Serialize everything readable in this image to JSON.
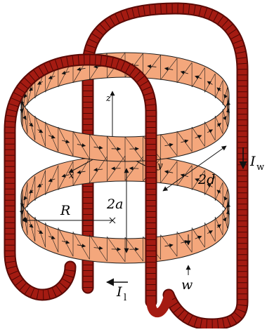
{
  "colors": {
    "ring_fill": "#f4a77c",
    "ring_stroke": "#1a1a1a",
    "wire_fill": "#a41b12",
    "wire_dark": "#5a0a06",
    "arrow": "#111111",
    "background": "#ffffff"
  },
  "labels": {
    "z": "z",
    "y": "y",
    "x": "x",
    "two_a": "2a",
    "two_d": "2d",
    "R": "R",
    "w": "w",
    "I": "I",
    "I_w_sub": "w",
    "I_l_sub": "l"
  }
}
